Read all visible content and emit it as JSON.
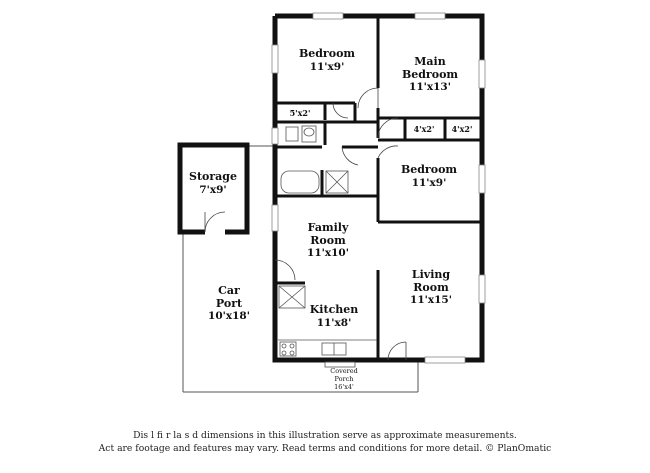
{
  "rooms": {
    "bedroom_top": {
      "name": "Bedroom",
      "dims": "11'x9'"
    },
    "main_bedroom": {
      "name": "Main Bedroom",
      "name_line1": "Main",
      "name_line2": "Bedroom",
      "dims": "11'x13'"
    },
    "bedroom_right": {
      "name": "Bedroom",
      "dims": "11'x9'"
    },
    "family_room": {
      "name_line1": "Family",
      "name_line2": "Room",
      "dims": "11'x10'"
    },
    "living_room": {
      "name_line1": "Living",
      "name_line2": "Room",
      "dims": "11'x15'"
    },
    "kitchen": {
      "name": "Kitchen",
      "dims": "11'x8'"
    },
    "storage": {
      "name": "Storage",
      "dims": "7'x9'"
    },
    "car_port": {
      "name_line1": "Car",
      "name_line2": "Port",
      "dims": "10'x18'"
    },
    "covered_porch": {
      "name_line1": "Covered",
      "name_line2": "Porch",
      "dims": "16'x4'"
    }
  },
  "closets": {
    "closet_a": "5'x2'",
    "closet_b": "4'x2'",
    "closet_c": "4'x2'"
  },
  "disclaimer": {
    "line1": "Dis      l    fi  r  la   s    d dimensions in this illustration serve as approximate measurements.",
    "line2": "Act    are footage and features may vary. Read terms and conditions for more detail. © PlanOmatic"
  }
}
